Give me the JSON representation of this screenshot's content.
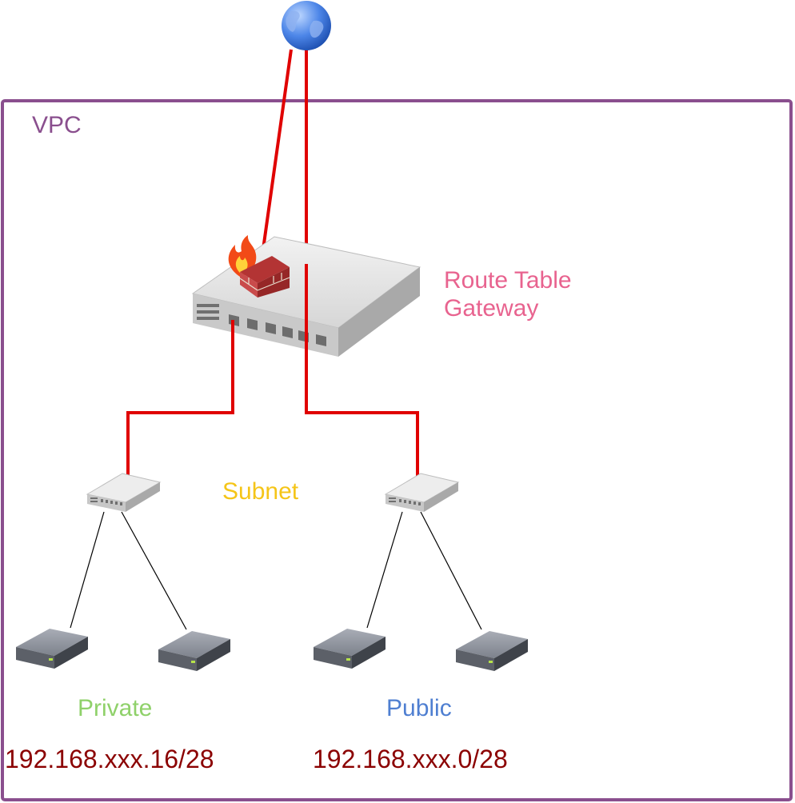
{
  "vpc": {
    "label": "VPC",
    "color": "#8a4f8e"
  },
  "gateway": {
    "label_line1": "Route Table",
    "label_line2": "Gateway",
    "color": "#e8638f"
  },
  "subnet": {
    "label": "Subnet",
    "color": "#f5c518"
  },
  "private_subnet": {
    "label": "Private",
    "cidr": "192.168.xxx.16/28",
    "color": "#8fd16a"
  },
  "public_subnet": {
    "label": "Public",
    "cidr": "192.168.xxx.0/28",
    "color": "#4f7fd1"
  },
  "cidr_color": "#8b0000",
  "link_color": "#e00000",
  "icons": {
    "internet": "globe-icon",
    "firewall": "firewall-icon",
    "router": "router-icon",
    "switch": "switch-icon",
    "server": "server-icon"
  }
}
